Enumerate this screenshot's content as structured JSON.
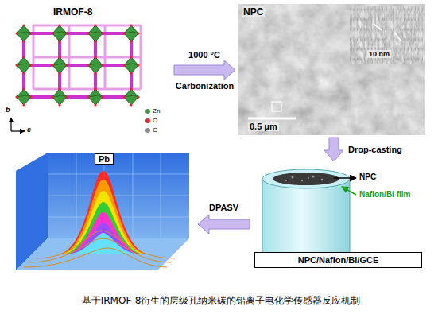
{
  "diagram": {
    "caption": "基于IRMOF-8衍生的层级孔纳米碳的铅离子电化学传感器反应机制",
    "nodes": [
      {
        "text": [
          "IRMOF-8"
        ]
      },
      {
        "text": [
          "NPC"
        ]
      },
      {
        "text": [
          "NPC/Nafion/Bi/GCE"
        ]
      },
      {
        "text": [
          "Pb"
        ]
      }
    ],
    "edges": [
      {
        "from": 0,
        "to": 1,
        "arrow": "to",
        "label": "Carbonization"
      },
      {
        "from": 1,
        "to": 2,
        "arrow": "to",
        "label": "Drop-casting"
      },
      {
        "from": 2,
        "to": 3,
        "arrow": "to",
        "label": "DPASV"
      }
    ],
    "labels": [
      "1000 °C",
      "b",
      "c",
      "10 nm",
      "0.5 μm",
      "NPC",
      "Nafion/Bi film"
    ],
    "legend": [
      {
        "text": "Zn",
        "color": "#3c9a3c"
      },
      {
        "text": "O",
        "color": "#e02828"
      },
      {
        "text": "C",
        "color": "#8a8a8a"
      }
    ]
  }
}
